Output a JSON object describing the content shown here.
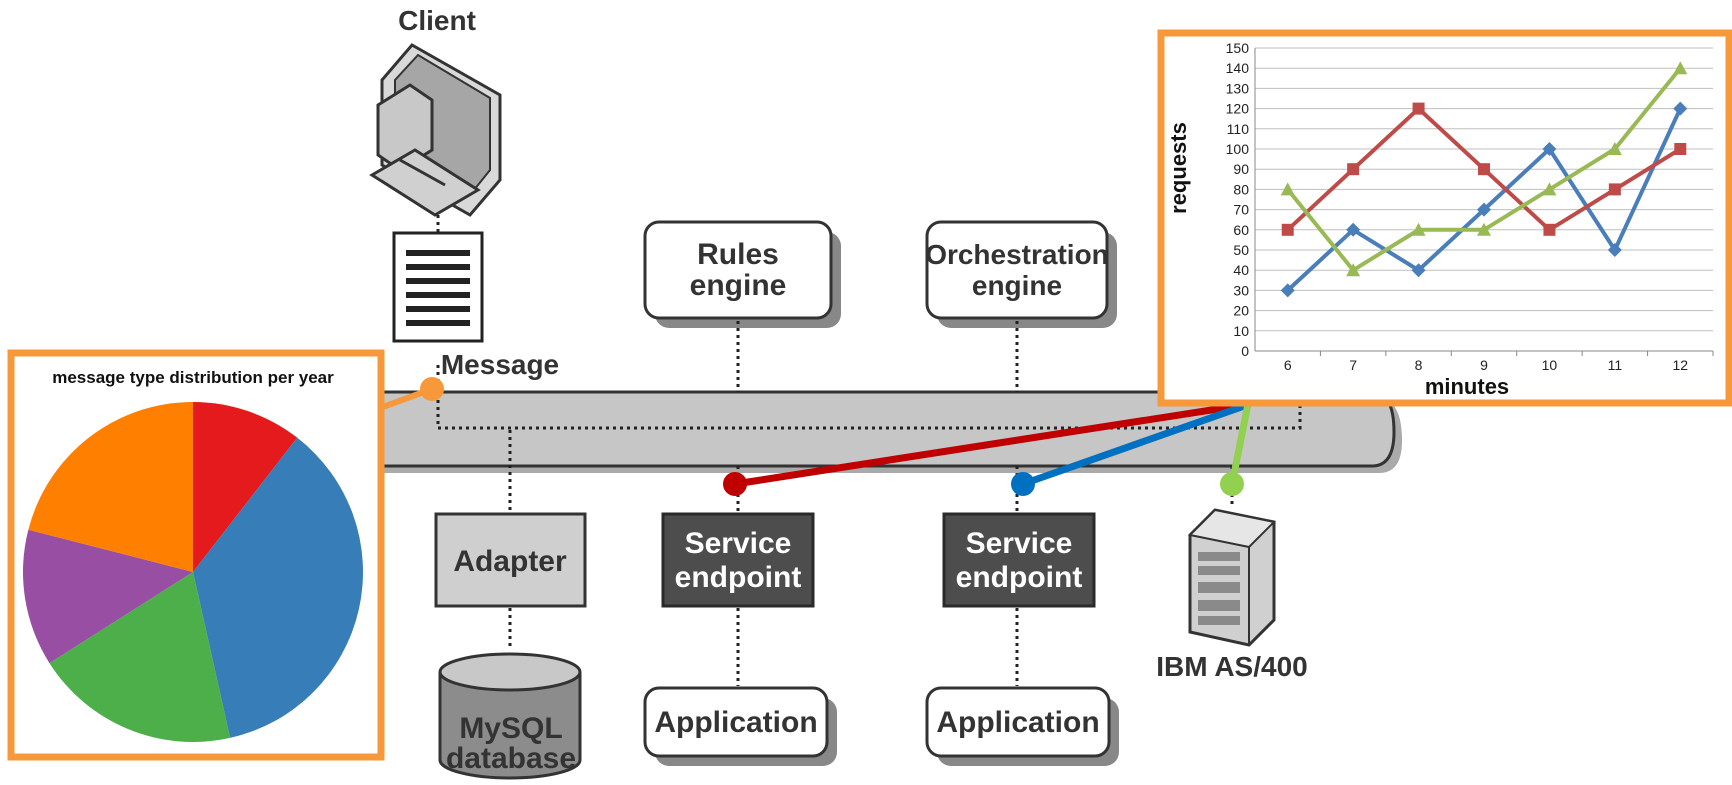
{
  "diagram": {
    "client_label": "Client",
    "message_label": "Message",
    "rules_engine": [
      "Rules",
      "engine"
    ],
    "orchestration_engine": [
      "Orchestration",
      "engine"
    ],
    "adapter_label": "Adapter",
    "service_endpoint_1": [
      "Service",
      "endpoint"
    ],
    "service_endpoint_2": [
      "Service",
      "endpoint"
    ],
    "mysql_label": [
      "MySQL",
      "database"
    ],
    "application_1": "Application",
    "application_2": "Application",
    "ibm_label": "IBM AS/400"
  },
  "colors": {
    "overlay_border": "#f7983a",
    "red_connector": "#c00000",
    "blue_connector": "#0070c0",
    "green_connector": "#92d050",
    "bus_fill": "#c6c6c6",
    "endpoint_fill": "#4d4d4d"
  },
  "chart_data": [
    {
      "type": "pie",
      "title": "message type distribution per year",
      "slices": [
        {
          "value": 10.5,
          "color": "#e41a1c"
        },
        {
          "value": 36.0,
          "color": "#377eb8"
        },
        {
          "value": 19.5,
          "color": "#4daf4a"
        },
        {
          "value": 13.0,
          "color": "#984ea3"
        },
        {
          "value": 21.0,
          "color": "#ff7f00"
        }
      ]
    },
    {
      "type": "line",
      "xlabel": "minutes",
      "ylabel": "requests",
      "x": [
        6,
        7,
        8,
        9,
        10,
        11,
        12
      ],
      "ylim": [
        0,
        150
      ],
      "yticks": [
        0,
        10,
        20,
        30,
        40,
        50,
        60,
        70,
        80,
        90,
        100,
        110,
        120,
        130,
        140,
        150
      ],
      "grid": true,
      "series": [
        {
          "color": "#4a7ebb",
          "marker": "diamond",
          "values": [
            30,
            60,
            40,
            70,
            100,
            50,
            120
          ]
        },
        {
          "color": "#be4b48",
          "marker": "square",
          "values": [
            60,
            90,
            120,
            90,
            60,
            80,
            100
          ]
        },
        {
          "color": "#98b954",
          "marker": "triangle",
          "values": [
            80,
            40,
            60,
            60,
            80,
            100,
            140
          ]
        }
      ]
    }
  ]
}
